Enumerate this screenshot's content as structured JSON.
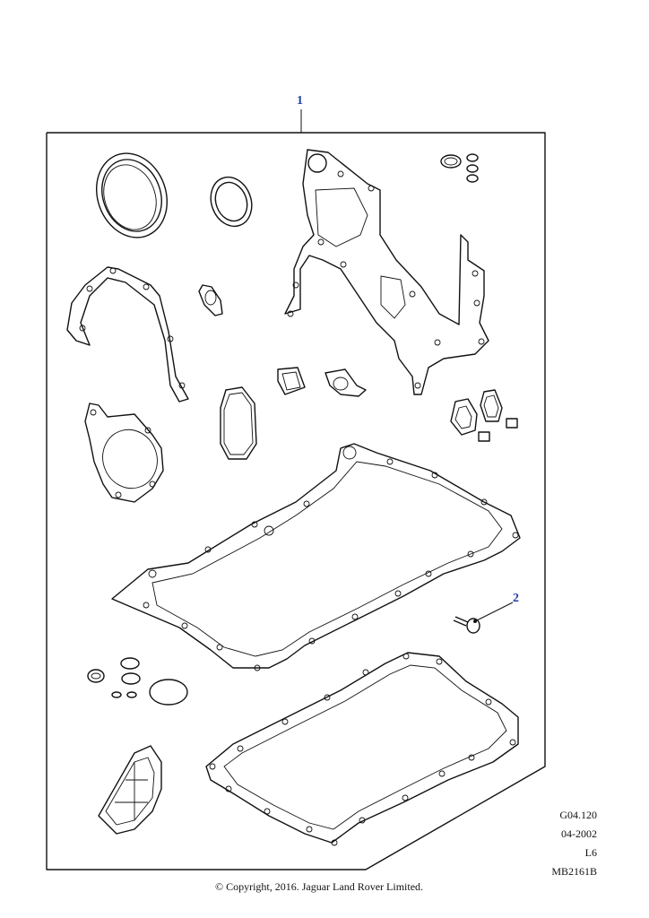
{
  "callouts": [
    {
      "label": "1"
    },
    {
      "label": "2"
    }
  ],
  "meta": {
    "ref": "G04.120",
    "date": "04-2002",
    "variant": "L6",
    "code": "MB2161B"
  },
  "copyright": "© Copyright, 2016. Jaguar Land Rover Limited.",
  "colors": {
    "callout": "#1f3fa8",
    "line": "#111111",
    "background": "#ffffff"
  }
}
